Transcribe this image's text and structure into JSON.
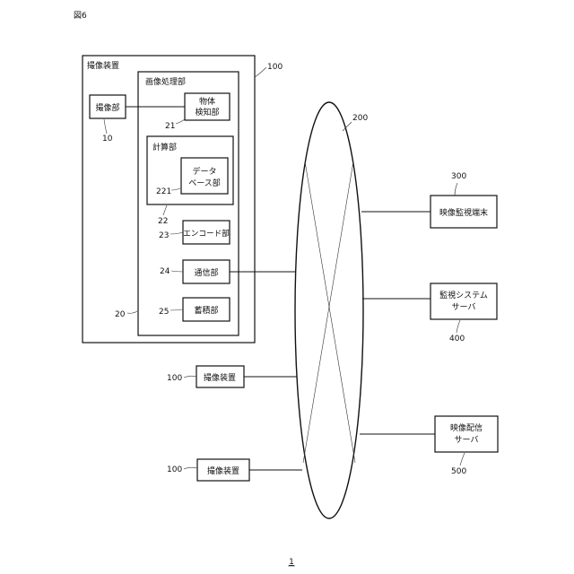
{
  "figure_label": "図6",
  "page_number": "1",
  "imaging_device": {
    "title": "撮像装置",
    "ref": "100",
    "imaging_unit": {
      "label": "撮像部",
      "ref": "10"
    },
    "image_processing": {
      "title": "画像処理部",
      "ref": "20",
      "object_detection": {
        "line1": "物体",
        "line2": "検知部",
        "ref": "21"
      },
      "calculation": {
        "title": "計算部",
        "ref": "22",
        "database": {
          "line1": "データ",
          "line2": "ベース部",
          "ref": "221"
        }
      },
      "encoder": {
        "label": "エンコード部",
        "ref": "23"
      },
      "communication": {
        "label": "通信部",
        "ref": "24"
      },
      "storage": {
        "label": "蓄積部",
        "ref": "25"
      }
    }
  },
  "network": {
    "ref": "200"
  },
  "other_devices": [
    {
      "label": "撮像装置",
      "ref": "100"
    },
    {
      "label": "撮像装置",
      "ref": "100"
    }
  ],
  "video_terminal": {
    "label": "映像監視端末",
    "ref": "300"
  },
  "monitoring_server": {
    "line1": "監視システム",
    "line2": "サーバ",
    "ref": "400"
  },
  "distribution_server": {
    "line1": "映像配信",
    "line2": "サーバ",
    "ref": "500"
  }
}
